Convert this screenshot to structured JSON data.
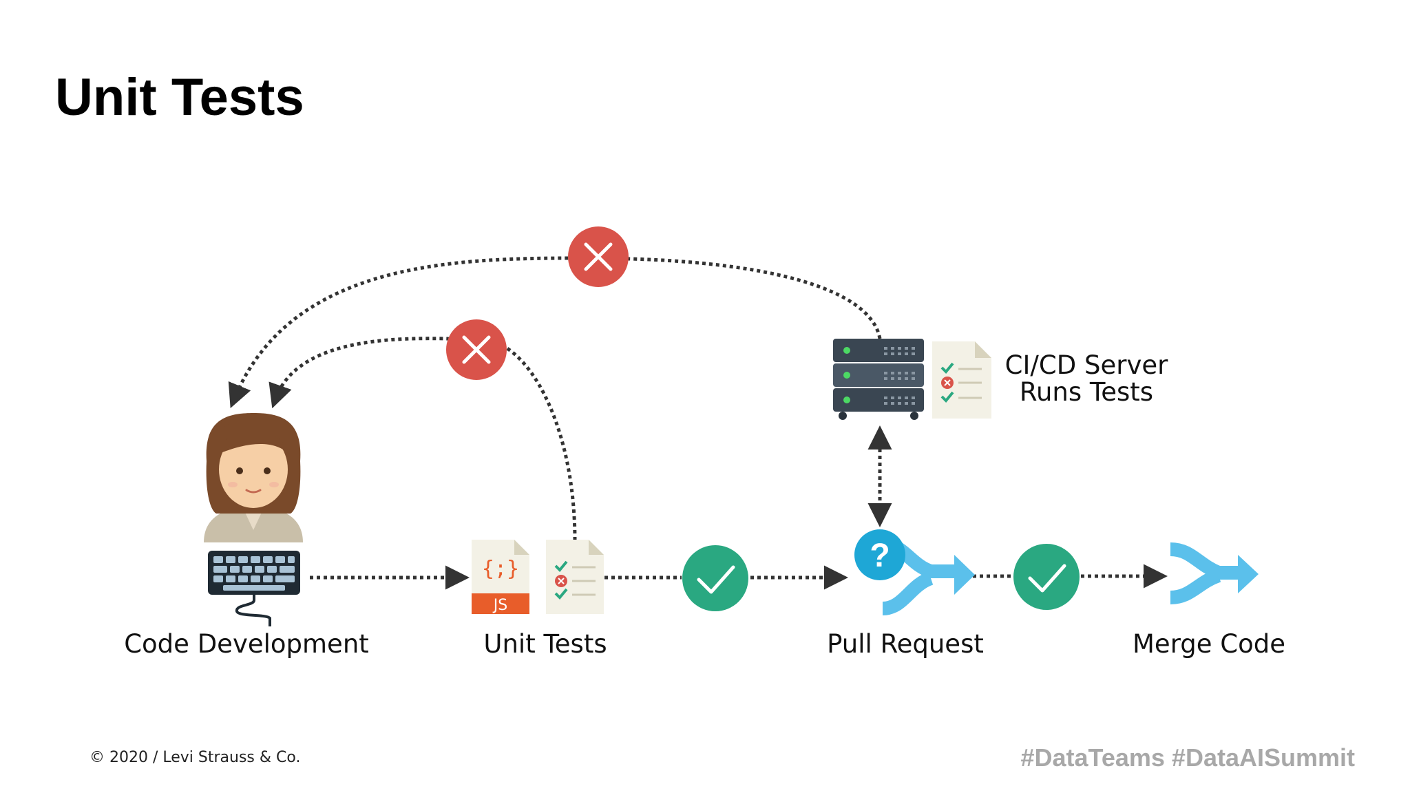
{
  "slide": {
    "title": "Unit Tests",
    "footer_copyright": "© 2020 / Levi Strauss & Co.",
    "footer_hashtags": "#DataTeams #DataAISummit"
  },
  "nodes": {
    "code_development": "Code Development",
    "unit_tests": "Unit Tests",
    "pull_request": "Pull Request",
    "merge_code": "Merge Code",
    "ci_server_line1": "CI/CD Server",
    "ci_server_line2": "Runs Tests",
    "js_file_badge": "JS",
    "js_file_braces": "{;}",
    "question_mark": "?"
  },
  "colors": {
    "fail": "#d9534a",
    "pass": "#2aa881",
    "arrow": "#333333",
    "merge": "#5bc0eb",
    "question": "#1ea7d6",
    "js_orange": "#e85d2a",
    "server_dark": "#3a4652",
    "doc_paper": "#f3f1e6"
  },
  "icons": {
    "developer": "developer-avatar-icon",
    "keyboard": "keyboard-icon",
    "js_file": "js-file-icon",
    "test_report": "test-checklist-icon",
    "server": "server-rack-icon",
    "merge": "merge-arrow-icon",
    "pass": "check-circle-icon",
    "fail": "x-circle-icon"
  }
}
